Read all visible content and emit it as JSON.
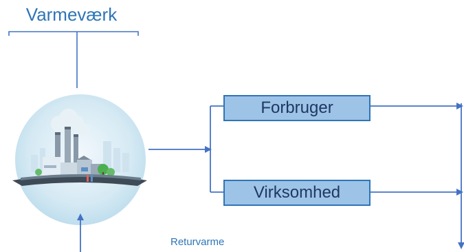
{
  "plant_label": "Varmeværk",
  "boxes": {
    "consumer": "Forbruger",
    "company": "Virksomhed"
  },
  "return_label": "Returvarme",
  "colors": {
    "line": "#4472c4",
    "box_fill": "#9dc3e6",
    "box_border": "#2e75b6",
    "text": "#2e75b6",
    "box_text": "#1f3864"
  },
  "icons": [
    "power-plant-illustration"
  ]
}
